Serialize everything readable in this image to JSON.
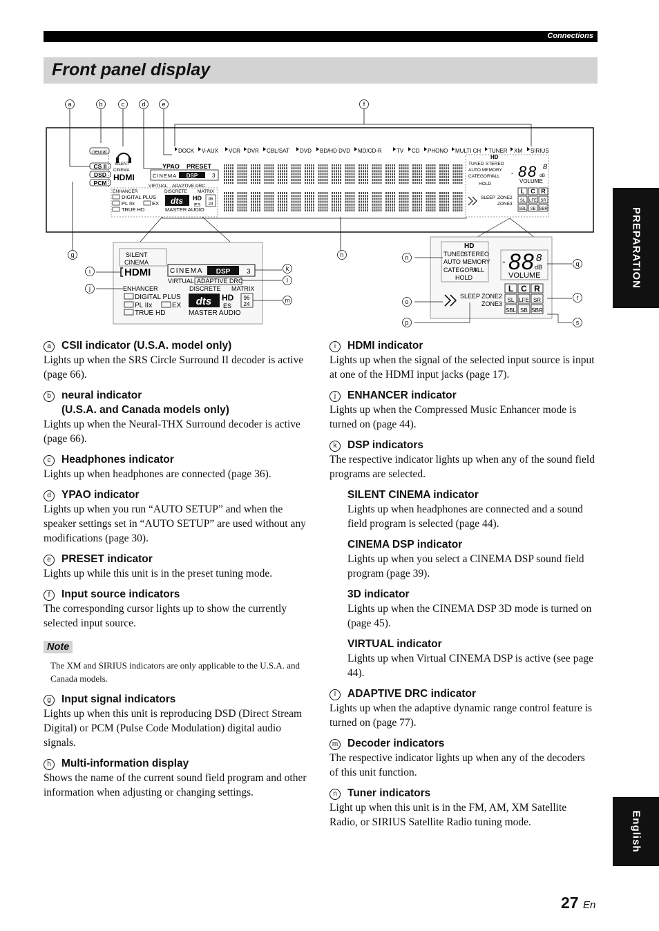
{
  "header": {
    "section": "Connections",
    "title": "Front panel display"
  },
  "side_tabs": {
    "preparation": "PREPARATION",
    "english": "English"
  },
  "page": {
    "number": "27",
    "lang": "En"
  },
  "diagram": {
    "callouts": [
      "a",
      "b",
      "c",
      "d",
      "e",
      "f",
      "g",
      "h",
      "i",
      "j",
      "k",
      "l",
      "m",
      "n",
      "o",
      "p",
      "q",
      "r",
      "s"
    ],
    "inputs": [
      "DOCK",
      "V-AUX",
      "VCR",
      "DVR",
      "CBL/SAT",
      "DVD",
      "BD/HD DVD",
      "MD/CD-R",
      "TV",
      "CD",
      "PHONO",
      "MULTI CH",
      "TUNER",
      "XM",
      "SIRIUS"
    ],
    "labels": {
      "neural": "neural",
      "csii": "CS II",
      "dsd": "DSD",
      "pcm": "PCM",
      "silent": "SILENT",
      "cinema": "CINEMA",
      "hdmi": "HDMI",
      "ypao": "YPAO",
      "preset": "PRESET",
      "cinema_dsp_a": "CINEMA",
      "cinema_dsp_b": "DSP",
      "three": "3",
      "virtual": "VIRTUAL",
      "adaptive_drc": "ADAPTIVE DRC",
      "enhancer": "ENHANCER",
      "discrete": "DISCRETE",
      "matrix": "MATRIX",
      "digital_plus": "DIGITAL PLUS",
      "pl2x": "PL IIx",
      "ex": "EX",
      "true_hd": "TRUE HD",
      "dts": "dts",
      "hd": "HD",
      "es": "ES",
      "n96": "96",
      "n24": "24",
      "master_audio": "MASTER AUDIO",
      "tuned": "TUNED",
      "stereo": "STEREO",
      "auto_memory": "AUTO MEMORY",
      "category": "CATEGORY",
      "all": "ALL",
      "hold": "HOLD",
      "sleep": "SLEEP",
      "zone2": "ZONE2",
      "zone3": "ZONE3",
      "db": "dB",
      "volume": "VOLUME",
      "digits": "-88.8",
      "minus": "-",
      "eight_a": "8",
      "eight_b": "8",
      "eight_c": "8",
      "ch_l": "L",
      "ch_c": "C",
      "ch_r": "R",
      "ch_sl": "SL",
      "ch_lfe": "LFE",
      "ch_sr": "SR",
      "ch_sbl": "SBL",
      "ch_sb": "SB",
      "ch_sbr": "SBR"
    }
  },
  "left_items": [
    {
      "badge": "a",
      "title": "CSII indicator (U.S.A. model only)",
      "body": "Lights up when the SRS Circle Surround II decoder is active (page 66)."
    },
    {
      "badge": "b",
      "title": "neural indicator",
      "title2": "(U.S.A. and Canada models only)",
      "body": "Lights up when the Neural-THX Surround decoder is active (page 66)."
    },
    {
      "badge": "c",
      "title": "Headphones indicator",
      "body": "Lights up when headphones are connected (page 36)."
    },
    {
      "badge": "d",
      "title": "YPAO indicator",
      "body": "Lights up when you run “AUTO SETUP” and when the speaker settings set in “AUTO SETUP” are used without any modifications (page 30)."
    },
    {
      "badge": "e",
      "title": "PRESET indicator",
      "body": "Lights up while this unit is in the preset tuning mode."
    },
    {
      "badge": "f",
      "title": "Input source indicators",
      "body": "The corresponding cursor lights up to show the currently selected input source."
    }
  ],
  "note": {
    "label": "Note",
    "text": "The XM and SIRIUS indicators are only applicable to the U.S.A. and Canada models."
  },
  "left_items_2": [
    {
      "badge": "g",
      "title": "Input signal indicators",
      "body": "Lights up when this unit is reproducing DSD (Direct Stream Digital) or PCM (Pulse Code Modulation) digital audio signals."
    },
    {
      "badge": "h",
      "title": "Multi-information display",
      "body": "Shows the name of the current sound field program and other information when adjusting or changing settings."
    }
  ],
  "right_items": [
    {
      "badge": "i",
      "title": "HDMI indicator",
      "body": "Lights up when the signal of the selected input source is input at one of the HDMI input jacks (page 17)."
    },
    {
      "badge": "j",
      "title": "ENHANCER indicator",
      "body": "Lights up when the Compressed Music Enhancer mode is turned on (page 44)."
    },
    {
      "badge": "k",
      "title": "DSP indicators",
      "body": "The respective indicator lights up when any of the sound field programs are selected."
    }
  ],
  "dsp_sub": [
    {
      "title": "SILENT CINEMA indicator",
      "body": "Lights up when headphones are connected and a sound field program is selected (page 44)."
    },
    {
      "title": "CINEMA DSP indicator",
      "body": "Lights up when you select a CINEMA DSP sound field program (page 39)."
    },
    {
      "title": "3D indicator",
      "body": "Lights up when the CINEMA DSP 3D mode is turned on (page 45)."
    },
    {
      "title": "VIRTUAL indicator",
      "body": "Lights up when Virtual CINEMA DSP is active (see page 44)."
    }
  ],
  "right_items_2": [
    {
      "badge": "l",
      "title": "ADAPTIVE DRC indicator",
      "body": "Lights up when the adaptive dynamic range control feature is turned on (page 77)."
    },
    {
      "badge": "m",
      "title": "Decoder indicators",
      "body": "The respective indicator lights up when any of the decoders of this unit function."
    },
    {
      "badge": "n",
      "title": "Tuner indicators",
      "body": "Light up when this unit is in the FM, AM, XM Satellite Radio, or SIRIUS Satellite Radio tuning mode."
    }
  ]
}
